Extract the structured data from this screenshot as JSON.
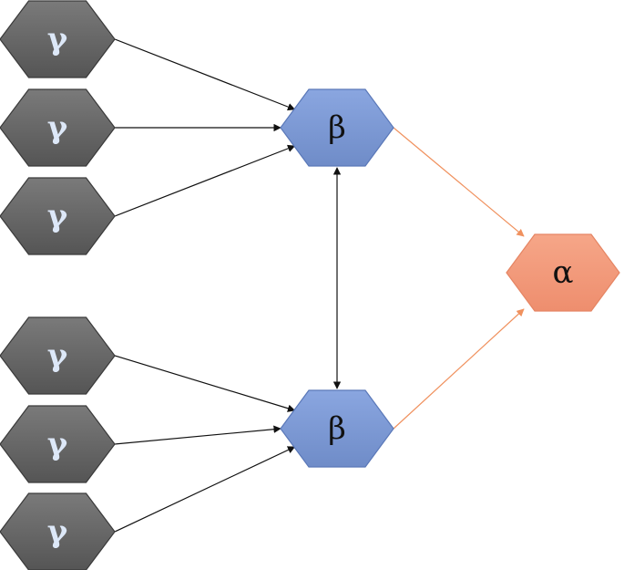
{
  "nodes": {
    "gamma": [
      {
        "id": "g1",
        "label": "γ"
      },
      {
        "id": "g2",
        "label": "γ"
      },
      {
        "id": "g3",
        "label": "γ"
      },
      {
        "id": "g4",
        "label": "γ"
      },
      {
        "id": "g5",
        "label": "γ"
      },
      {
        "id": "g6",
        "label": "γ"
      }
    ],
    "beta": [
      {
        "id": "b1",
        "label": "β"
      },
      {
        "id": "b2",
        "label": "β"
      }
    ],
    "alpha": {
      "id": "a1",
      "label": "α"
    }
  },
  "edges": [
    {
      "from": "g1",
      "to": "b1"
    },
    {
      "from": "g2",
      "to": "b1"
    },
    {
      "from": "g3",
      "to": "b1"
    },
    {
      "from": "g4",
      "to": "b2"
    },
    {
      "from": "g5",
      "to": "b2"
    },
    {
      "from": "g6",
      "to": "b2"
    },
    {
      "from": "b1",
      "to": "b2",
      "bidirectional": true
    },
    {
      "from": "b1",
      "to": "a1"
    },
    {
      "from": "b2",
      "to": "a1"
    }
  ],
  "colors": {
    "gamma_fill": "#6b6b6b",
    "gamma_stroke": "#3a3a3a",
    "beta_fill": "#7f9bd6",
    "beta_stroke": "#5a78b8",
    "alpha_fill": "#f29a7e",
    "alpha_stroke": "#e58563",
    "edge_black": "#111111",
    "edge_orange": "#f0915e"
  }
}
